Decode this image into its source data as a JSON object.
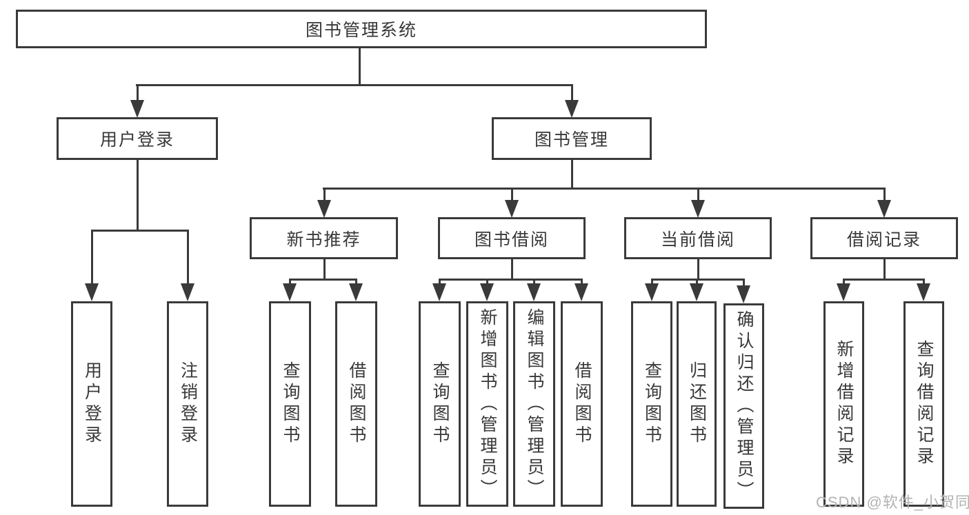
{
  "diagram": {
    "root": {
      "label": "图书管理系统"
    },
    "branches": [
      {
        "label": "用户登录",
        "children": [
          {
            "label": "用户登录"
          },
          {
            "label": "注销登录"
          }
        ]
      },
      {
        "label": "图书管理",
        "sections": [
          {
            "label": "新书推荐",
            "children": [
              {
                "label": "查询图书"
              },
              {
                "label": "借阅图书"
              }
            ]
          },
          {
            "label": "图书借阅",
            "children": [
              {
                "label": "查询图书"
              },
              {
                "label": "新增图书（管理员）"
              },
              {
                "label": "编辑图书（管理员）"
              },
              {
                "label": "借阅图书"
              }
            ]
          },
          {
            "label": "当前借阅",
            "children": [
              {
                "label": "查询图书"
              },
              {
                "label": "归还图书"
              },
              {
                "label": "确认归还（管理员）"
              }
            ]
          },
          {
            "label": "借阅记录",
            "children": [
              {
                "label": "新增借阅记录"
              },
              {
                "label": "查询借阅记录"
              }
            ]
          }
        ]
      }
    ]
  },
  "colors": {
    "line": "#3a3a3a",
    "text": "#383838",
    "background": "#ffffff",
    "watermark": "#b3b3b3"
  },
  "watermark": {
    "text": "CSDN @软件_小贺同学"
  }
}
